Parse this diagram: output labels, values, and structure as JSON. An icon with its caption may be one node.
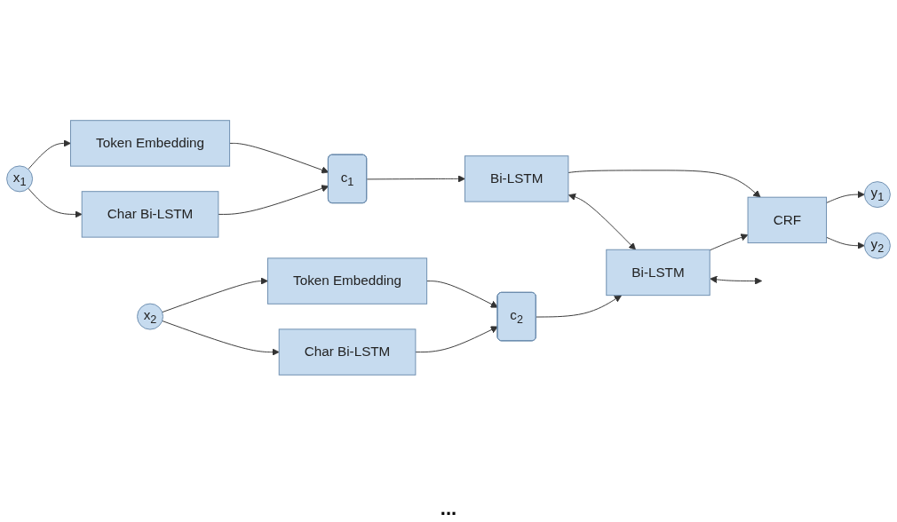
{
  "diagram": {
    "nodes": [
      {
        "text": [
          "x$_{1}$"
        ]
      },
      {
        "text": [
          "Token Embedding"
        ]
      },
      {
        "text": [
          "Char Bi-LSTM"
        ]
      },
      {
        "text": [
          "c$_{1}$"
        ]
      },
      {
        "text": [
          "Bi-LSTM"
        ]
      },
      {
        "text": [
          "CRF"
        ]
      },
      {
        "text": [
          "y$_{1}$"
        ]
      },
      {
        "text": [
          "x$_{2}$"
        ]
      },
      {
        "text": [
          "Token Embedding"
        ]
      },
      {
        "text": [
          "Char Bi-LSTM"
        ]
      },
      {
        "text": [
          "c$_{2}$"
        ]
      },
      {
        "text": [
          "Bi-LSTM"
        ]
      },
      {
        "text": [
          "y$_{2}$"
        ]
      }
    ],
    "edges": [
      {
        "from": 0,
        "to": 1,
        "arrow": "to"
      },
      {
        "from": 0,
        "to": 2,
        "arrow": "to"
      },
      {
        "from": 1,
        "to": 3,
        "arrow": "to"
      },
      {
        "from": 2,
        "to": 3,
        "arrow": "to"
      },
      {
        "from": 3,
        "to": 4,
        "arrow": "to"
      },
      {
        "from": 4,
        "to": 5,
        "arrow": "to"
      },
      {
        "from": 5,
        "to": 6,
        "arrow": "to"
      },
      {
        "from": 7,
        "to": 8,
        "arrow": "to"
      },
      {
        "from": 7,
        "to": 9,
        "arrow": "to"
      },
      {
        "from": 8,
        "to": 10,
        "arrow": "to"
      },
      {
        "from": 9,
        "to": 10,
        "arrow": "to"
      },
      {
        "from": 10,
        "to": 11,
        "arrow": "to"
      },
      {
        "from": 11,
        "to": 5,
        "arrow": "to"
      },
      {
        "from": 5,
        "to": 12,
        "arrow": "to"
      },
      {
        "from": 4,
        "to": 11,
        "arrow": "both"
      },
      {
        "from": 11,
        "to": null,
        "arrow": "both"
      }
    ],
    "labels": [
      "..."
    ]
  }
}
